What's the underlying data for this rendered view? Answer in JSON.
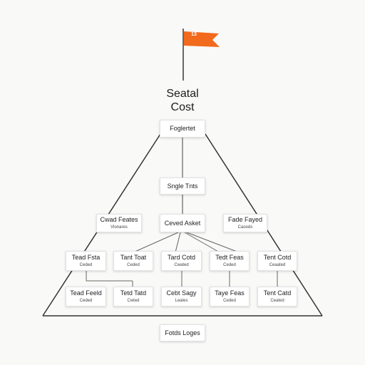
{
  "flag": {
    "label": "13",
    "color": "#f26a1b"
  },
  "title": {
    "line1": "Seatal",
    "line2": "Cost"
  },
  "top_node": {
    "label": "Foglertet"
  },
  "second_node": {
    "label": "Sngle Tnts"
  },
  "third_row": [
    {
      "label": "Cwad Feates",
      "sub": "Vlonares"
    },
    {
      "label": "Ceved Asket"
    },
    {
      "label": "Fade Fayed",
      "sub": "Caoods"
    }
  ],
  "fourth_row": [
    {
      "label": "Tead Fsta",
      "sub": "Ceded"
    },
    {
      "label": "Tant Toat",
      "sub": "Ceded"
    },
    {
      "label": "Tard Cotd",
      "sub": "Cwated"
    },
    {
      "label": "Tedt Feas",
      "sub": "Ceded"
    },
    {
      "label": "Tent Cotd",
      "sub": "Ceaated"
    }
  ],
  "fifth_row": [
    {
      "label": "Tead Feeld",
      "sub": "Ceded"
    },
    {
      "label": "Tetd Tatd",
      "sub": "Cwted"
    },
    {
      "label": "Cebt Sagy",
      "sub": "Leates"
    },
    {
      "label": "Taye Feas",
      "sub": "Ceded"
    },
    {
      "label": "Tent Catd",
      "sub": "Ceated"
    }
  ],
  "base_node": {
    "label": "Fotds Loges"
  }
}
